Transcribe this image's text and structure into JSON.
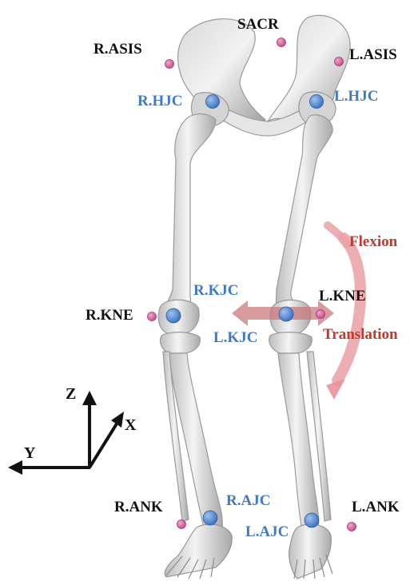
{
  "colors": {
    "marker_skin": "#d8609a",
    "joint_center": "#4f86cf",
    "joint_label": "#3f7ac6",
    "motion_label": "#c0392b",
    "flexion_arrow": "#eaa0a6",
    "translation_arrow": "#c97a7e",
    "bone_fill": "#e2e2e2",
    "bone_edge": "#9a9a9a",
    "text": "#111111"
  },
  "markers": {
    "sacr": "SACR",
    "r_asis": "R.ASIS",
    "l_asis": "L.ASIS",
    "r_kne": "R.KNE",
    "l_kne": "L.KNE",
    "r_ank": "R.ANK",
    "l_ank": "L.ANK"
  },
  "joints": {
    "r_hjc": "R.HJC",
    "l_hjc": "L.HJC",
    "r_kjc": "R.KJC",
    "l_kjc": "L.KJC",
    "r_ajc": "R.AJC",
    "l_ajc": "L.AJC"
  },
  "motion": {
    "flexion": "Flexion",
    "translation": "Translation"
  },
  "axes": {
    "z": "Z",
    "x": "X",
    "y": "Y"
  }
}
